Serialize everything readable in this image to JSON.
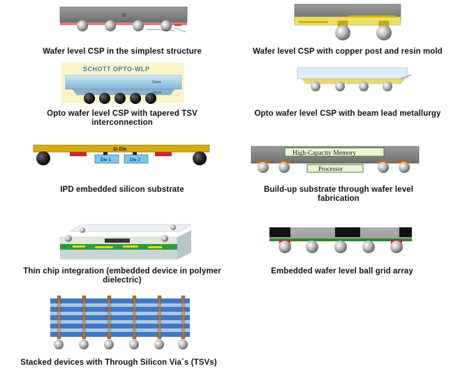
{
  "captions": {
    "c1": "Wafer level CSP in the simplest structure",
    "c2": "Wafer level CSP with copper post and resin mold",
    "c3": "Opto wafer level CSP with tapered TSV interconnection",
    "c4": "Opto wafer level CSP with beam lead metallurgy",
    "c5": "IPD embedded silicon substrate",
    "c6": "Build-up substrate through wafer level fabrication",
    "c7": "Thin chip integration (embedded device in polymer dielectric)",
    "c8": "Embedded wafer level ball grid array",
    "c9": "Stacked devices with Through Silicon Via´s (TSVs)"
  },
  "labels": {
    "si": "Si",
    "schott": "SCHOTT OPTO-WLP",
    "glass": "Glass",
    "silicon": "Silicon",
    "si_die": "Si Die",
    "die1": "Die 1",
    "die2": "Die 2",
    "memory": "High-Capacity Memory",
    "processor": "Processor"
  },
  "colors": {
    "die_gray": "#8a8a8a",
    "ball_gray": "#c8c8c8",
    "resin_yellow": "#e8d800",
    "substrate_gold": "#c9a400",
    "copper": "#b06a2a",
    "blue_layer": "#3d78c8",
    "green_layer": "#2f8a3a",
    "red_pad": "#d02020"
  }
}
